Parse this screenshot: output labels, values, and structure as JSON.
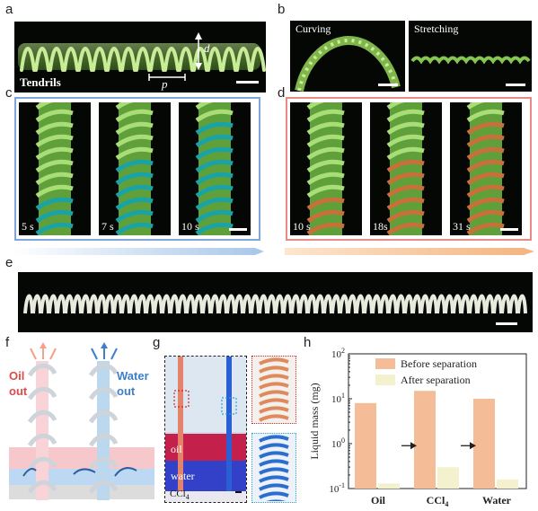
{
  "panels": {
    "a": "a",
    "b": "b",
    "c": "c",
    "d": "d",
    "e": "e",
    "f": "f",
    "g": "g",
    "h": "h"
  },
  "panel_a": {
    "label": "Tendrils",
    "p": "p",
    "d": "d"
  },
  "panel_b": {
    "curving": "Curving",
    "stretching": "Stretching"
  },
  "panel_c": {
    "times": [
      "5 s",
      "7 s",
      "10 s"
    ],
    "border_color": "#7fa6d9"
  },
  "panel_d": {
    "times": [
      "10 s",
      "18s",
      "31 s"
    ],
    "border_color": "#e98a84"
  },
  "panel_f": {
    "oil_out": "Oil\nout",
    "oil_line1": "Oil",
    "oil_line2": "out",
    "water_line1": "Water",
    "water_line2": "out",
    "oil_color": "#e24a4a",
    "water_color": "#3d7fc9"
  },
  "panel_g": {
    "oil": "oil",
    "water": "water",
    "ccl4_main": "CCl",
    "ccl4_sub": "4"
  },
  "chart_data": {
    "type": "bar",
    "categories": [
      "Oil",
      "CCl4",
      "Water"
    ],
    "category_labels": [
      {
        "main": "Oil",
        "sub": ""
      },
      {
        "main": "CCl",
        "sub": "4"
      },
      {
        "main": "Water",
        "sub": ""
      }
    ],
    "series": [
      {
        "name": "Before separation",
        "values": [
          8.0,
          15.0,
          10.0
        ],
        "color": "#f4bd98"
      },
      {
        "name": "After separation",
        "values": [
          0.13,
          0.3,
          0.16
        ],
        "color": "#f4f1cf"
      }
    ],
    "ylabel": "Liquid mass (mg)",
    "yscale": "log",
    "ylim": [
      0.1,
      100
    ],
    "yticks": [
      {
        "base": "10",
        "exp": "-1"
      },
      {
        "base": "10",
        "exp": "0"
      },
      {
        "base": "10",
        "exp": "1"
      },
      {
        "base": "10",
        "exp": "2"
      }
    ],
    "legend_position": "top-right",
    "annotations": [
      "arrow Oil to CCl4",
      "arrow CCl4 to Water"
    ]
  }
}
